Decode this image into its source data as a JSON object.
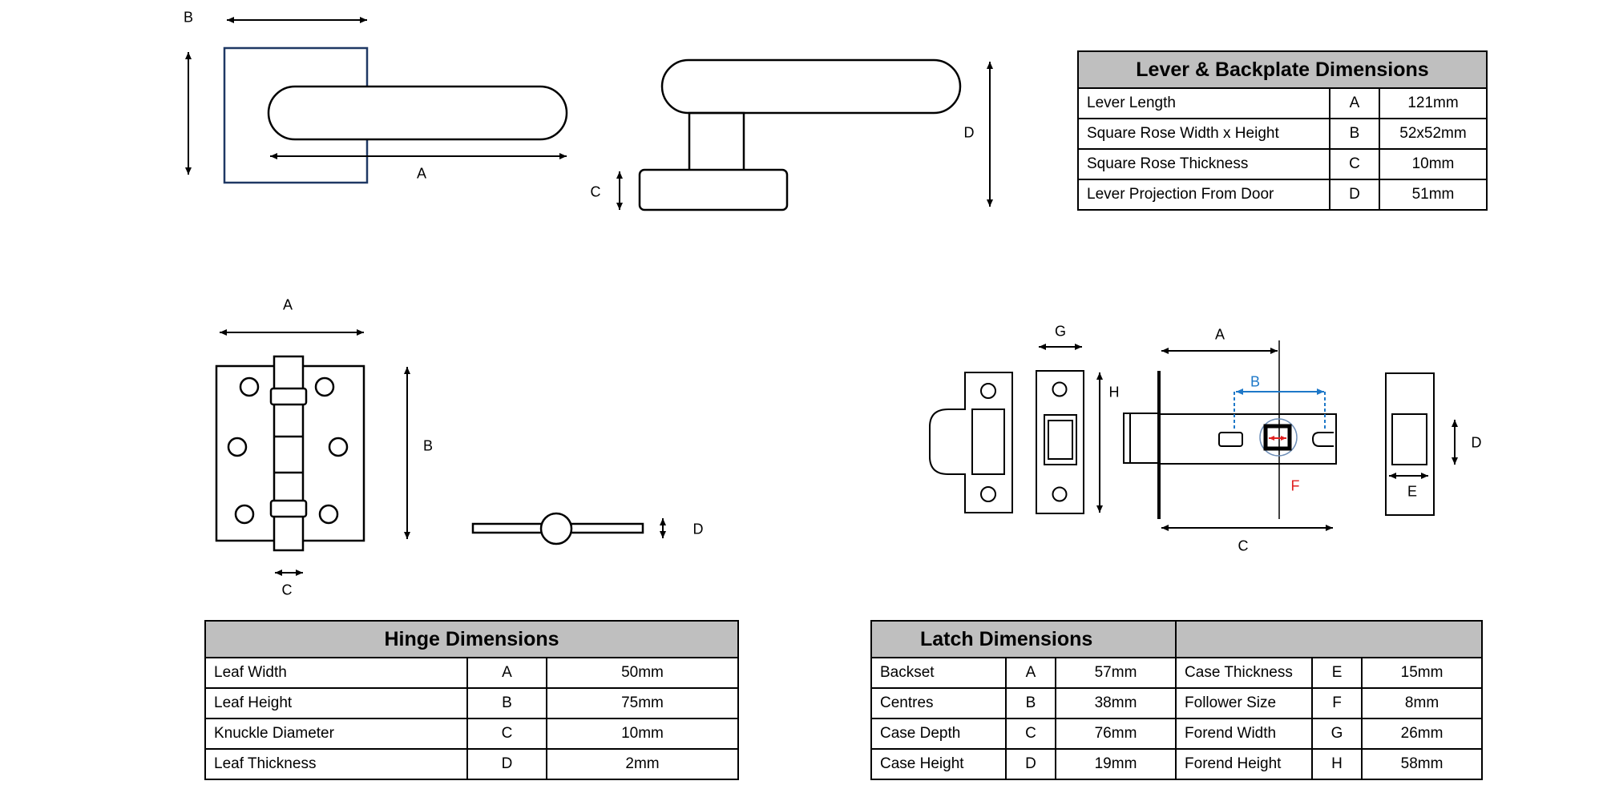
{
  "lever": {
    "labels": {
      "a": "A",
      "b": "B",
      "c": "C",
      "d": "D"
    },
    "table": {
      "title": "Lever & Backplate Dimensions",
      "rows": [
        {
          "name": "Lever Length",
          "code": "A",
          "value": "121mm"
        },
        {
          "name": "Square Rose Width x Height",
          "code": "B",
          "value": "52x52mm"
        },
        {
          "name": "Square Rose Thickness",
          "code": "C",
          "value": "10mm"
        },
        {
          "name": "Lever Projection From Door",
          "code": "D",
          "value": "51mm"
        }
      ]
    }
  },
  "hinge": {
    "labels": {
      "a": "A",
      "b": "B",
      "c": "C",
      "d": "D"
    },
    "table": {
      "title": "Hinge Dimensions",
      "rows": [
        {
          "name": "Leaf Width",
          "code": "A",
          "value": "50mm"
        },
        {
          "name": "Leaf Height",
          "code": "B",
          "value": "75mm"
        },
        {
          "name": "Knuckle Diameter",
          "code": "C",
          "value": "10mm"
        },
        {
          "name": "Leaf Thickness",
          "code": "D",
          "value": "2mm"
        }
      ]
    }
  },
  "latch": {
    "labels": {
      "a": "A",
      "b": "B",
      "c": "C",
      "d": "D",
      "e": "E",
      "f": "F",
      "g": "G",
      "h": "H"
    },
    "table": {
      "title": "Latch Dimensions",
      "title2": "",
      "rows": [
        {
          "name": "Backset",
          "code": "A",
          "value": "57mm",
          "name2": "Case Thickness",
          "code2": "E",
          "value2": "15mm"
        },
        {
          "name": "Centres",
          "code": "B",
          "value": "38mm",
          "name2": "Follower Size",
          "code2": "F",
          "value2": "8mm"
        },
        {
          "name": "Case Depth",
          "code": "C",
          "value": "76mm",
          "name2": "Forend Width",
          "code2": "G",
          "value2": "26mm"
        },
        {
          "name": "Case Height",
          "code": "D",
          "value": "19mm",
          "name2": "Forend Height",
          "code2": "H",
          "value2": "58mm"
        }
      ]
    }
  },
  "colors": {
    "line": "#000000",
    "rose_border": "#1f3864",
    "header_fill": "#bfbfbf",
    "accent_blue": "#1e78c8",
    "accent_red": "#e02020"
  }
}
